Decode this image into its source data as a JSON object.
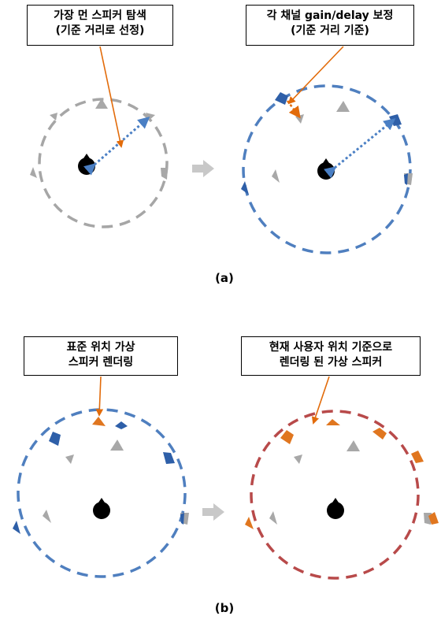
{
  "colors": {
    "gray_circle": "#a6a6a6",
    "blue_circle": "#4f7fbf",
    "red_circle": "#b84a4a",
    "gray_speaker": "#a8a8a8",
    "blue_speaker": "#2e5fa8",
    "orange_speaker": "#e0761f",
    "orange_arrow": "#e26b0a",
    "dotted_arrow": "#4a7fc4",
    "head": "#000000",
    "process_arrow": "#c8c8c8"
  },
  "panel_a": {
    "callout_left": [
      "가장 먼 스피커 탐색",
      "(기준 거리로 선정)"
    ],
    "callout_right": [
      "각 채널 gain/delay 보정",
      "(기준 거리 기준)"
    ],
    "caption": "(a)"
  },
  "panel_b": {
    "callout_left": [
      "표준 위치 가상",
      "스피커 렌더링"
    ],
    "callout_right": [
      "현재 사용자 위치 기준으로",
      "렌더링 된 가상 스피커"
    ],
    "caption": "(b)"
  }
}
